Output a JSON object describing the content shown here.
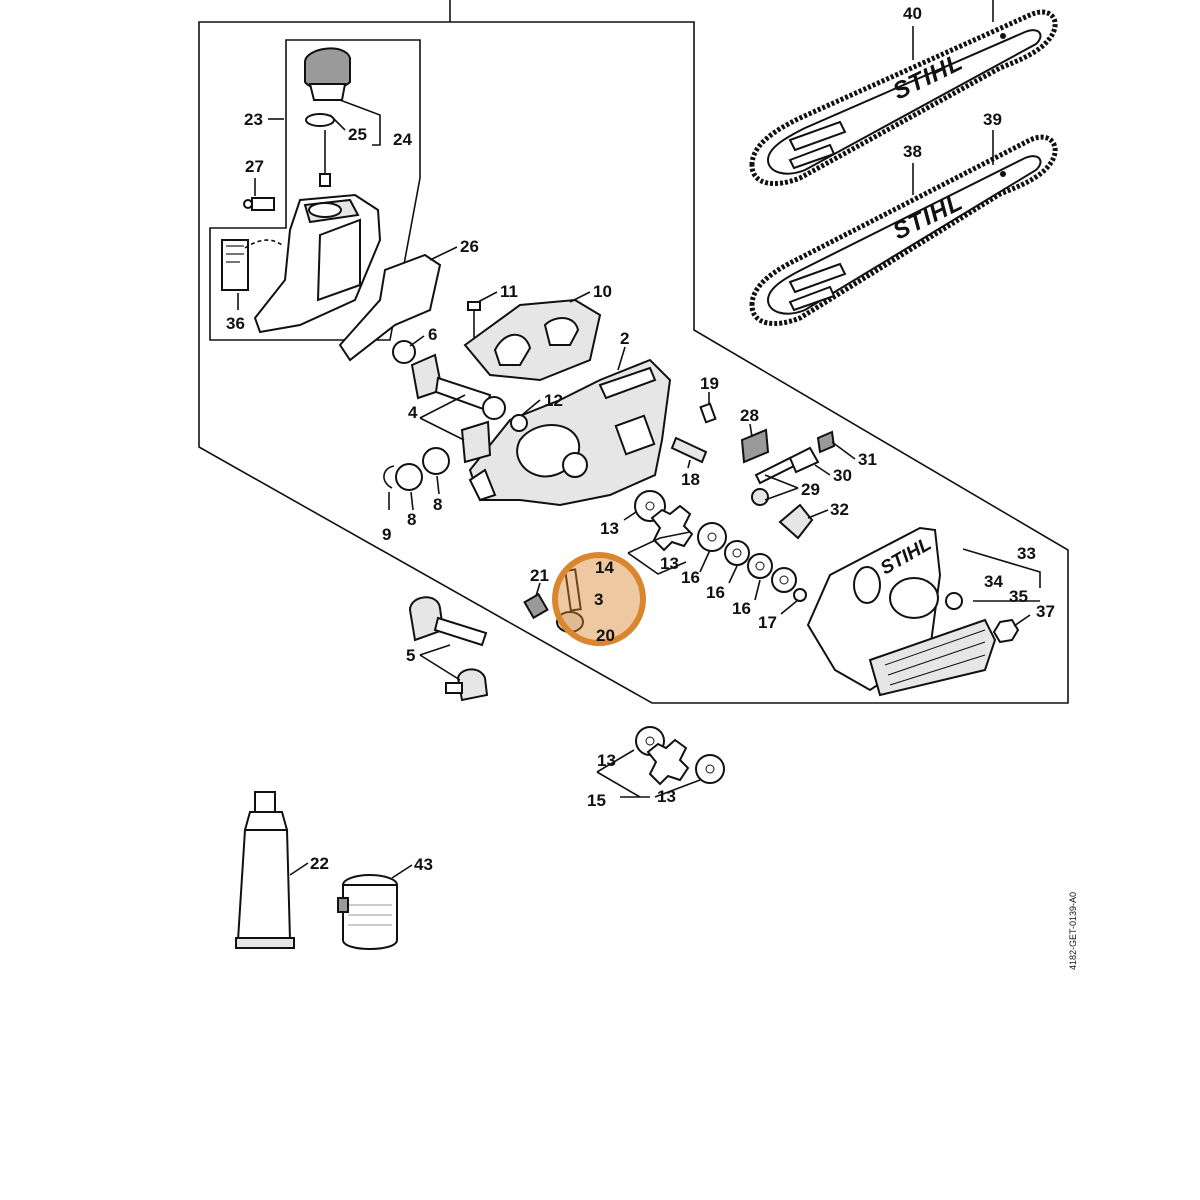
{
  "figure_id": "4182-GET-0139-A0",
  "brand_marks": [
    "STIHL",
    "STIHL",
    "STIHL"
  ],
  "highlight": {
    "color": "#d9862e",
    "fill_opacity": 0.45,
    "label": "highlighted parts 14, 3, 20"
  },
  "callouts": {
    "c40": "40",
    "c39": "39",
    "c38": "38",
    "c23": "23",
    "c25": "25",
    "c24": "24",
    "c27": "27",
    "c26": "26",
    "c36": "36",
    "c11": "11",
    "c10": "10",
    "c6": "6",
    "c2": "2",
    "c19": "19",
    "c4": "4",
    "c12": "12",
    "c28": "28",
    "c31": "31",
    "c30": "30",
    "c29": "29",
    "c18": "18",
    "c9": "9",
    "c8a": "8",
    "c8b": "8",
    "c32": "32",
    "c13a": "13",
    "c13b": "13",
    "c14": "14",
    "c3": "3",
    "c21": "21",
    "c20": "20",
    "c16a": "16",
    "c16b": "16",
    "c16c": "16",
    "c33": "33",
    "c34": "34",
    "c35": "35",
    "c37": "37",
    "c17": "17",
    "c5": "5",
    "c13c": "13",
    "c13d": "13",
    "c15": "15",
    "c22": "22",
    "c43": "43"
  }
}
